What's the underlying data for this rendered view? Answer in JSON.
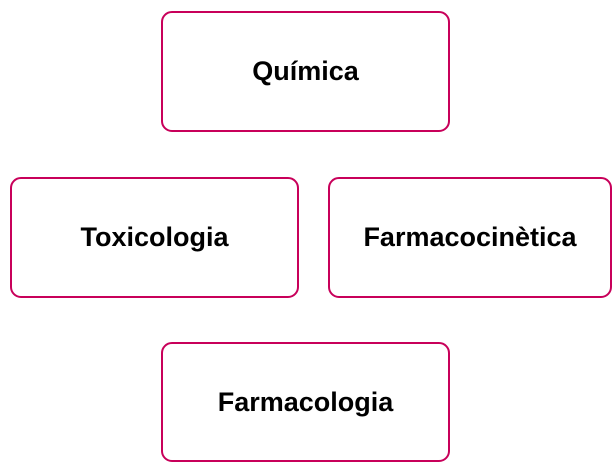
{
  "diagram": {
    "border_color": "#c8005a",
    "nodes": [
      {
        "id": "quimica",
        "label": "Química"
      },
      {
        "id": "toxicologia",
        "label": "Toxicologia"
      },
      {
        "id": "farmacocinetica",
        "label": "Farmacocinètica"
      },
      {
        "id": "farmacologia",
        "label": "Farmacologia"
      }
    ]
  }
}
